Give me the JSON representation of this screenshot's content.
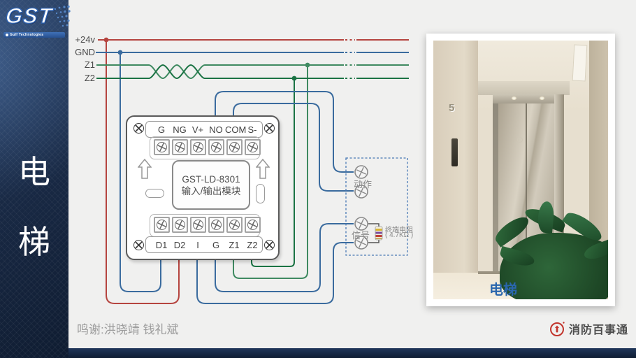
{
  "sidebar": {
    "logo_text": "GST",
    "logo_subtext": "Gulf Technologies",
    "vertical_title": [
      "电",
      "梯"
    ]
  },
  "wiring": {
    "bus_labels": [
      "+24v",
      "GND",
      "Z1",
      "Z2"
    ],
    "module": {
      "name_line1": "GST-LD-8301",
      "name_line2": "输入/输出模块",
      "top_terminals": [
        "G",
        "NG",
        "V+",
        "NO",
        "COM",
        "S-"
      ],
      "bottom_terminals": [
        "D1",
        "D2",
        "I",
        "G",
        "Z1",
        "Z2"
      ]
    },
    "control_box": {
      "action_label": "动作",
      "signal_label": "信号",
      "resistor_label_line1": "终端电阻",
      "resistor_label_line2": "( 4.7KΩ )"
    }
  },
  "photo": {
    "caption": "电梯",
    "floor_sign": "5"
  },
  "footer": {
    "credits": "鸣谢:洪晓靖 钱礼斌",
    "brand": "消防百事通"
  },
  "colors": {
    "wire_red": "#b5443f",
    "wire_blue": "#3a6b9e",
    "wire_green_z1": "#3f8a61",
    "wire_green_z2": "#1b7344",
    "navy": "#16263f",
    "accent_blue": "#2f62ae"
  }
}
